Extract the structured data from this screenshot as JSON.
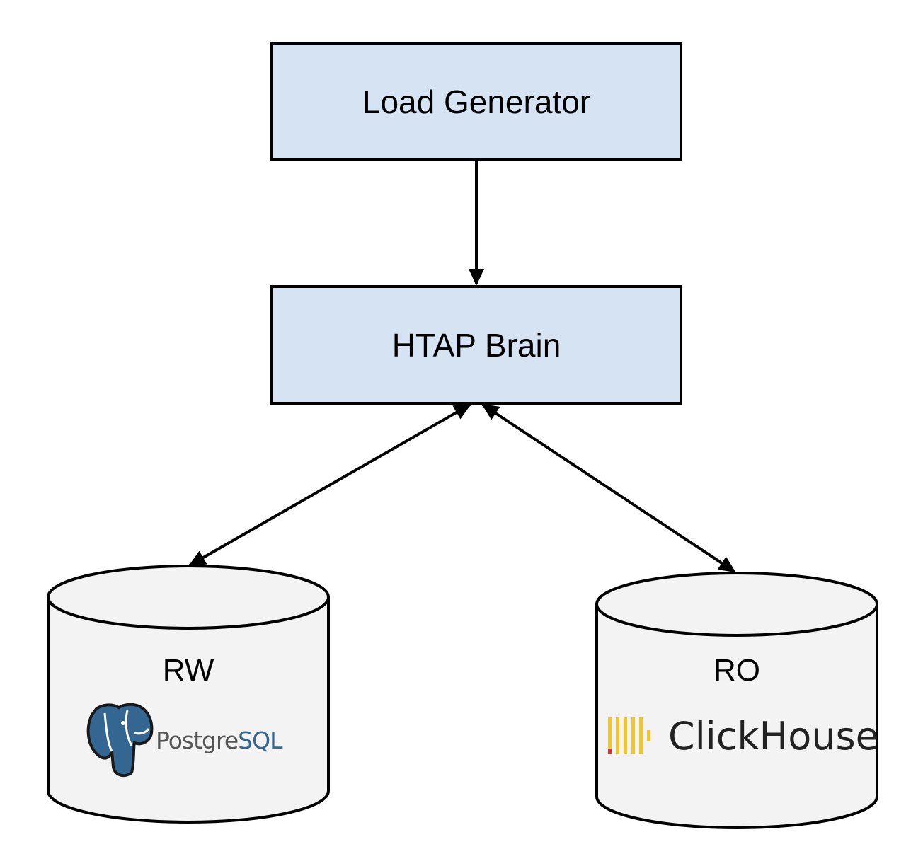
{
  "nodes": {
    "load_generator": {
      "label": "Load Generator"
    },
    "htap_brain": {
      "label": "HTAP Brain"
    }
  },
  "databases": {
    "rw": {
      "label": "RW",
      "logo": {
        "name": "postgresql-logo",
        "text_a": "Postgre",
        "text_b": "SQL"
      }
    },
    "ro": {
      "label": "RO",
      "logo": {
        "name": "clickhouse-logo",
        "text": "ClickHouse"
      }
    }
  },
  "edges": [
    {
      "from": "load_generator",
      "to": "htap_brain",
      "direction": "one-way"
    },
    {
      "from": "htap_brain",
      "to": "rw",
      "direction": "two-way"
    },
    {
      "from": "htap_brain",
      "to": "ro",
      "direction": "two-way"
    }
  ],
  "colors": {
    "box_fill": "#d6e3f2",
    "cylinder_fill": "#f3f3f3",
    "stroke": "#000000",
    "pg_blue": "#336791",
    "pg_gray": "#555555",
    "ch_yellow": "#f0c62b",
    "ch_red": "#e0312f",
    "ch_text": "#222222"
  }
}
